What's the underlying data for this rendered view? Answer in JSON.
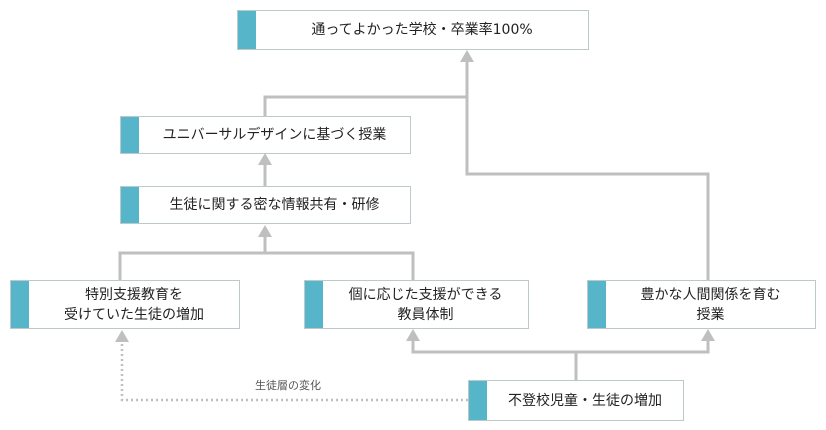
{
  "nodes": {
    "top": "通ってよかった学校・卒業率100%",
    "universal": "ユニバーサルデザインに基づく授業",
    "sharing": "生徒に関する密な情報共有・研修",
    "special": "特別支援教育を\n受けていた生徒の増加",
    "teachers": "個に応じた支援ができる\n教員体制",
    "lessons": "豊かな人間関係を育む\n授業",
    "truancy": "不登校児童・生徒の増加"
  },
  "edges": {
    "dotted_label": "生徒層の変化"
  },
  "colors": {
    "accent": "#56b5c9",
    "connector": "#bfbfbf"
  }
}
